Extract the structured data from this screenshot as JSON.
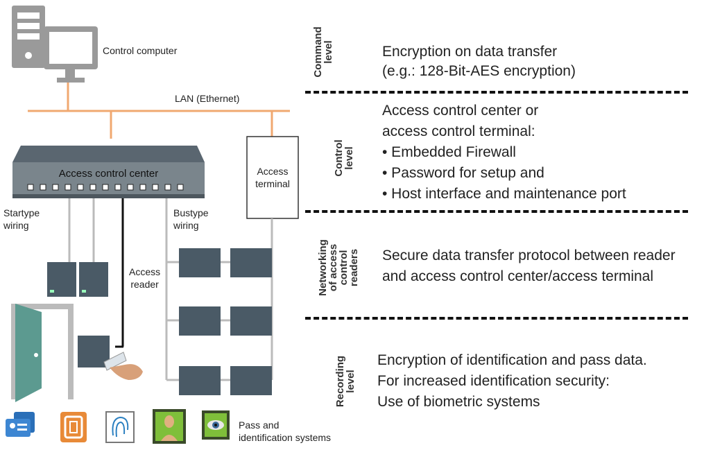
{
  "labels": {
    "control_computer": "Control computer",
    "lan": "LAN (Ethernet)",
    "access_control_center": "Access control center",
    "access_terminal": [
      "Access",
      "terminal"
    ],
    "startype_wiring": [
      "Startype",
      "wiring"
    ],
    "bustype_wiring": [
      "Bustype",
      "wiring"
    ],
    "access_reader": [
      "Access",
      "reader"
    ],
    "pass_and_identification": [
      "Pass and",
      "identification systems"
    ]
  },
  "levels": [
    {
      "name": [
        "Command",
        "level"
      ],
      "text": [
        "Encryption on data transfer",
        "(e.g.: 128-Bit-AES encryption)"
      ]
    },
    {
      "name": [
        "Control",
        "level"
      ],
      "text": [
        "Access control center or",
        "access control terminal:",
        "• Embedded Firewall",
        "• Password for setup and",
        "• Host interface and maintenance port"
      ]
    },
    {
      "name": [
        "Networking",
        "of access",
        "control",
        "readers"
      ],
      "text": [
        "Secure data transfer protocol between reader",
        "and access control center/access terminal"
      ]
    },
    {
      "name": [
        "Recording",
        "level"
      ],
      "text": [
        "Encryption of identification and pass data.",
        "For increased identification security:",
        "Use of biometric systems"
      ]
    }
  ],
  "colors": {
    "lan_line": "#f0a870",
    "device_dark": "#4a5a66",
    "door_green": "#5c9a90",
    "computer_grey": "#9a9a9a"
  },
  "icons": [
    "card-reader-icon",
    "rfid-icon",
    "fingerprint-icon",
    "face-recognition-icon",
    "iris-scan-icon"
  ]
}
